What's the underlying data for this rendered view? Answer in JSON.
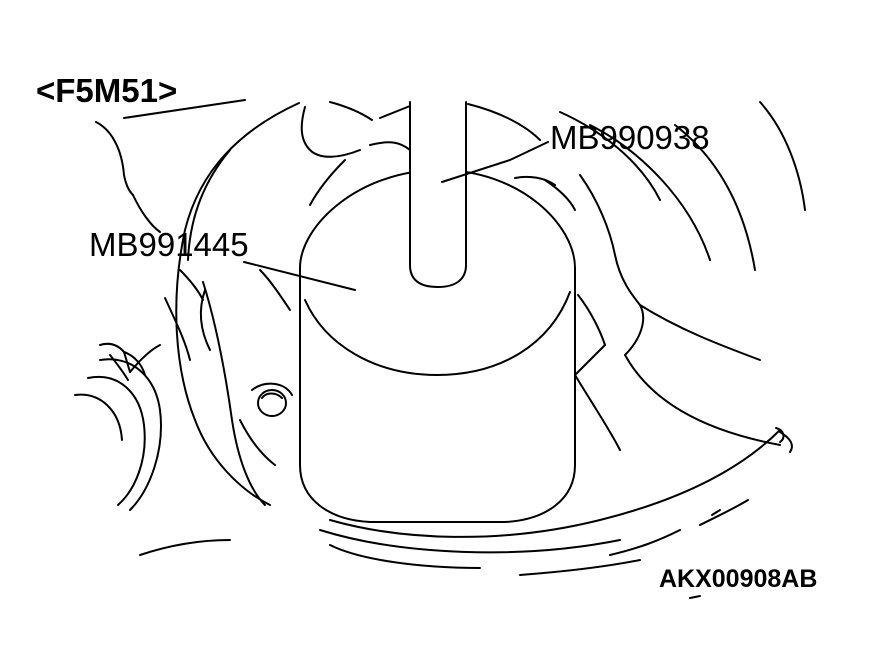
{
  "labels": {
    "model_code": "<F5M51>",
    "tool_upper": "MB990938",
    "tool_lower": "MB991445",
    "figure_id": "AKX00908AB"
  },
  "colors": {
    "line": "#000000",
    "background": "#ffffff"
  }
}
